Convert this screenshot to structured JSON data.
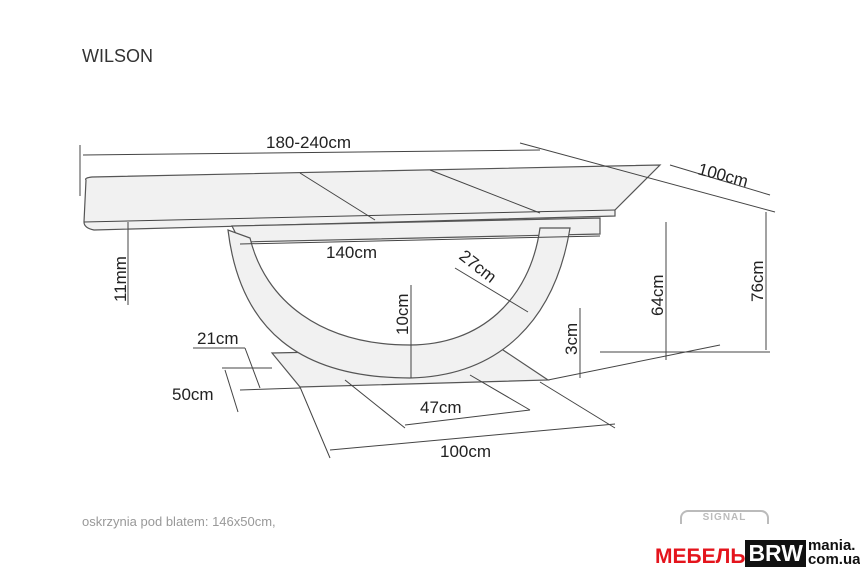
{
  "title": "WILSON",
  "dimensions": {
    "length": "180-240cm",
    "depth": "100cm",
    "top_thickness": "11mm",
    "apron_length": "140cm",
    "arc_width": "27cm",
    "arc_thickness": "10cm",
    "base_thickness": "3cm",
    "leg_height": "64cm",
    "total_height": "76cm",
    "base_inner": "21cm",
    "base_depth": "50cm",
    "base_leg_width": "47cm",
    "base_length": "100cm"
  },
  "footnote": "oskrzynia pod blatem: 146x50cm,",
  "watermark": {
    "signal": "SIGNAL",
    "brand_red": "МЕБЕЛЬ",
    "brand_box": "BRW",
    "brand_domain_1": "mania.",
    "brand_domain_2": "com.ua"
  }
}
